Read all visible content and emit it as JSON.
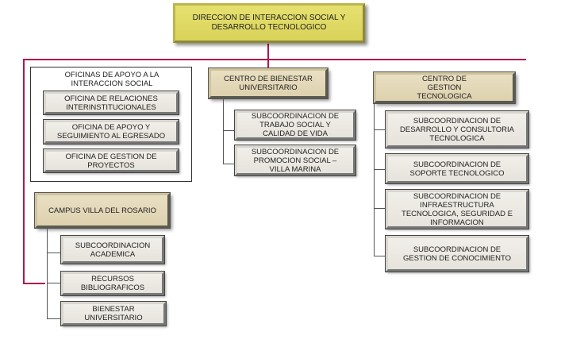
{
  "root": {
    "label": "DIRECCION DE INTERACCION SOCIAL Y DESARROLLO TECNOLOGICO"
  },
  "oficinas": {
    "title": "OFICINAS DE APOYO A LA INTERACCION SOCIAL",
    "items": [
      "OFICINA DE RELACIONES INTERINSTITUCIONALES",
      "OFICINA DE APOYO Y SEGUIMIENTO AL EGRESADO",
      "OFICINA DE GESTION DE PROYECTOS"
    ]
  },
  "campus": {
    "title": "CAMPUS VILLA DEL ROSARIO",
    "items": [
      "SUBCOORDINACION ACADEMICA",
      "RECURSOS BIBLIOGRAFICOS",
      "BIENESTAR UNIVERSITARIO"
    ]
  },
  "bienestar": {
    "title": "CENTRO DE BIENESTAR UNIVERSITARIO",
    "items": [
      "SUBCOORDINACION  DE TRABAJO SOCIAL Y CALIDAD DE VIDA",
      "SUBCOORDINACION DE PROMOCION SOCIAL – VILLA MARINA"
    ]
  },
  "gestion": {
    "title": "CENTRO DE GESTION TECNOLOGICA",
    "items": [
      "SUBCOORDINACION DE DESARROLLO Y CONSULTORIA TECNOLOGICA",
      "SUBCOORDINACION DE SOPORTE TECNOLOGICO",
      "SUBCOORDINACION DE INFRAESTRUCTURA TECNOLOGICA, SEGURIDAD E INFORMACION",
      "SUBCOORDINACION DE GESTION DE CONOCIMIENTO"
    ]
  },
  "colors": {
    "connector_main": "#b0174f",
    "connector_sub": "#555555",
    "root_fill": "#e0da66",
    "unit_fill": "#e3d8b8",
    "leaf_fill": "#ece9e2"
  }
}
